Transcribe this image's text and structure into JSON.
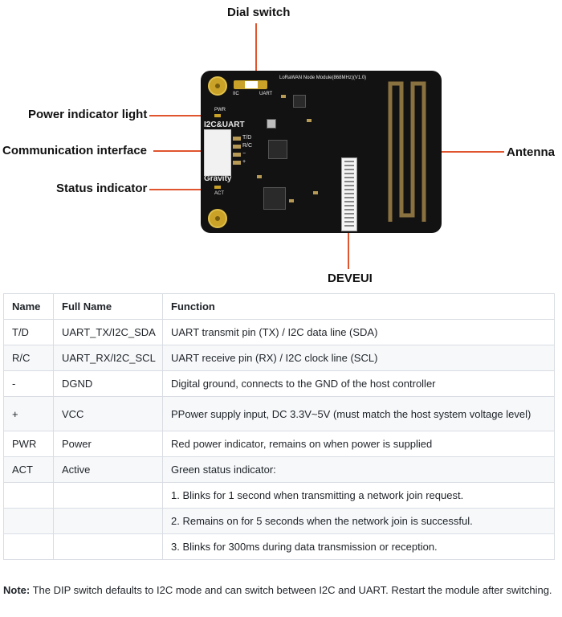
{
  "figure": {
    "callouts": {
      "dial_switch": "Dial switch",
      "power_light": "Power indicator light",
      "comm_interface": "Communication interface",
      "status_indicator": "Status indicator",
      "antenna": "Antenna",
      "deveui": "DEVEUI"
    },
    "silkscreen": {
      "module_name": "LoRaWAN Node Module(868MHz)(V1.0)",
      "switch_left": "IIC",
      "switch_right": "UART",
      "pwr": "PWR",
      "interface_label": "I2C&UART",
      "pin_td": "T/D",
      "pin_rc": "R/C",
      "pin_gnd": "−",
      "pin_vcc": "+",
      "brand": "Gravity",
      "act": "ACT"
    },
    "accent_color": "#e0542e"
  },
  "table": {
    "headers": [
      "Name",
      "Full Name",
      "Function"
    ],
    "rows": [
      [
        "T/D",
        "UART_TX/I2C_SDA",
        "UART transmit pin (TX) / I2C data line (SDA)"
      ],
      [
        "R/C",
        "UART_RX/I2C_SCL",
        "UART receive pin (RX) / I2C clock line (SCL)"
      ],
      [
        "-",
        "DGND",
        "Digital ground, connects to the GND of the host controller"
      ],
      [
        "+",
        "VCC",
        "PPower supply input, DC 3.3V~5V (must match the host system voltage level)"
      ],
      [
        "PWR",
        "Power",
        "Red power indicator, remains on when power is supplied"
      ],
      [
        "ACT",
        "Active",
        "Green status indicator:"
      ],
      [
        "",
        "",
        "1. Blinks for 1 second when transmitting a network join request."
      ],
      [
        "",
        "",
        "2. Remains on for 5 seconds when the network join is successful."
      ],
      [
        "",
        "",
        "3. Blinks for 300ms during data transmission or reception."
      ]
    ]
  },
  "note": {
    "label": "Note:",
    "text": " The DIP switch defaults to I2C mode and can switch between I2C and UART. Restart the module after switching."
  }
}
